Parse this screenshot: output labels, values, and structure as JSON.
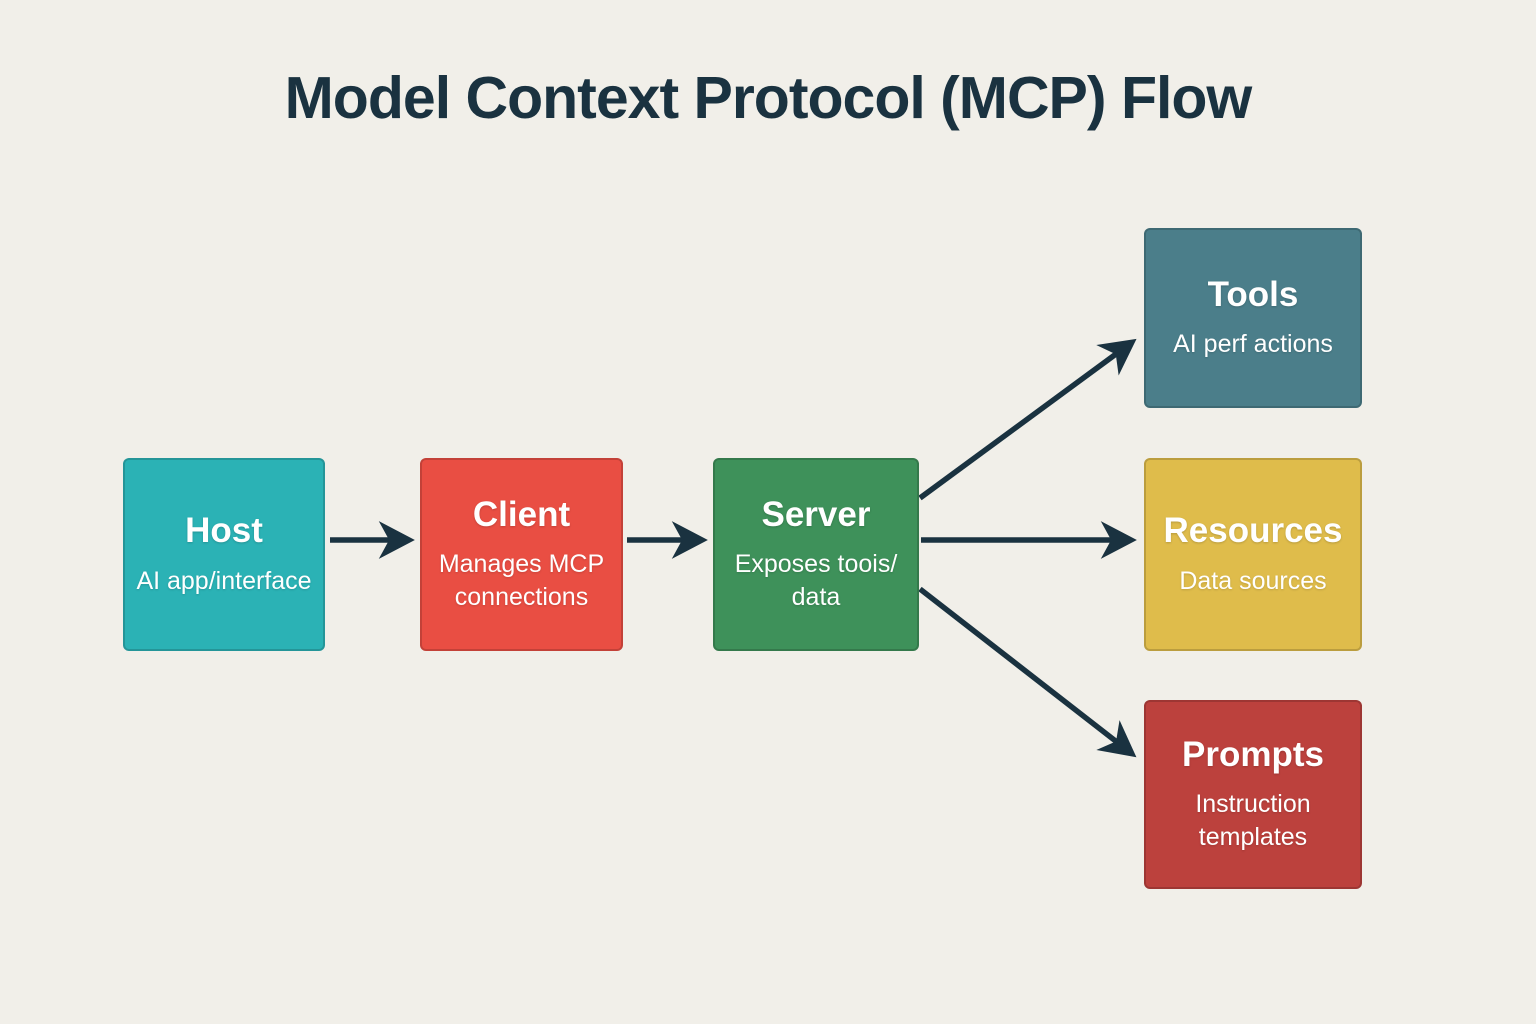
{
  "title": "Model Context Protocol (MCP) Flow",
  "colors": {
    "background": "#f1efe9",
    "ink": "#1a3240",
    "host": "#2bb2b5",
    "client": "#e94e43",
    "server": "#3e915a",
    "tools": "#4b7e8a",
    "resources": "#dfbc4b",
    "prompts": "#bc413d"
  },
  "nodes": {
    "host": {
      "label": "Host",
      "sublabel": "AI app/interface"
    },
    "client": {
      "label": "Client",
      "sublabel": "Manages MCP\nconnections"
    },
    "server": {
      "label": "Server",
      "sublabel": "Exposes toois/\ndata"
    },
    "tools": {
      "label": "Tools",
      "sublabel": "AI perf actions"
    },
    "resources": {
      "label": "Resources",
      "sublabel": "Data sources"
    },
    "prompts": {
      "label": "Prompts",
      "sublabel": "Instruction\ntemplates"
    }
  }
}
